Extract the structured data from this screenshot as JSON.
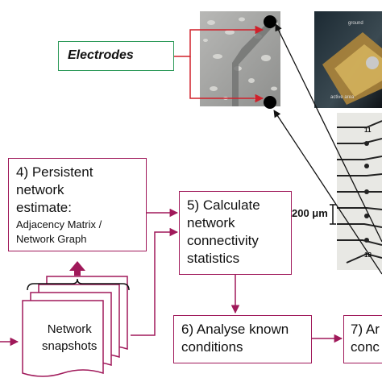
{
  "electrodes_label": "Electrodes",
  "step4": {
    "title": "4) Persistent\nnetwork\nestimate:",
    "sub": "Adjacency Matrix /\nNetwork Graph"
  },
  "step5": {
    "text": "5) Calculate\nnetwork\nconnectivity\nstatistics"
  },
  "step6": {
    "text": "6) Analyse known\nconditions"
  },
  "step7": {
    "text": "7) Ar\nconc"
  },
  "snapshots": {
    "text": "Network\nsnapshots"
  },
  "scale_label": "200 μm",
  "chip_labels": {
    "ground": "ground",
    "active": "active area"
  },
  "electrode_numbers": {
    "top": "11",
    "bottom": "18"
  },
  "colors": {
    "accent": "#a0195a",
    "electrode_box": "#2e9a5a",
    "arrow_red": "#d0202a"
  }
}
